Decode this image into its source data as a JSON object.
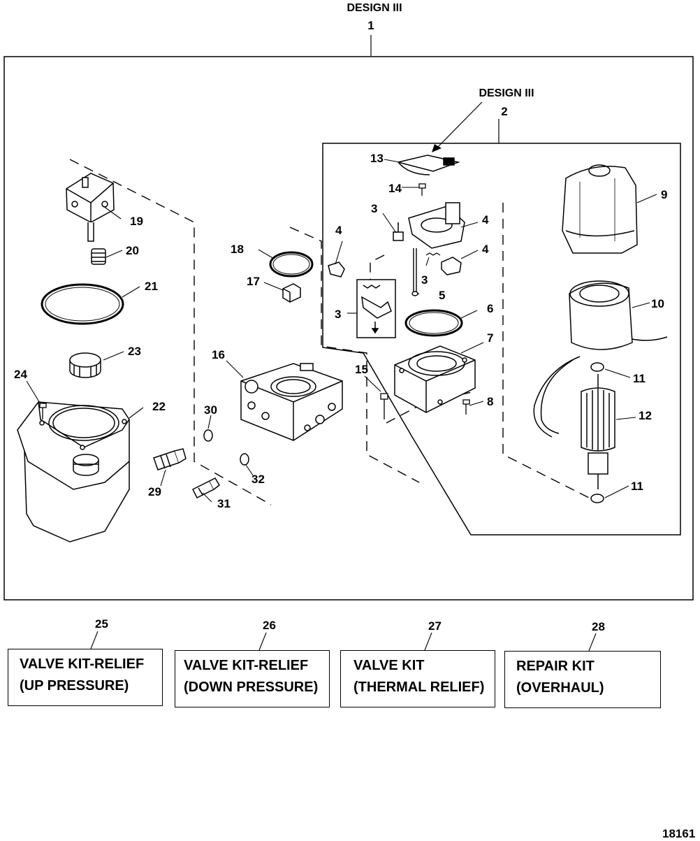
{
  "header": {
    "design_label": "DESIGN III",
    "assembly_number": "1"
  },
  "inner_assembly": {
    "design_label": "DESIGN III",
    "number": "2"
  },
  "callouts": [
    "3",
    "3",
    "3",
    "4",
    "4",
    "4",
    "5",
    "6",
    "7",
    "8",
    "9",
    "10",
    "11",
    "11",
    "12",
    "13",
    "14",
    "15",
    "16",
    "17",
    "18",
    "19",
    "20",
    "21",
    "22",
    "23",
    "24",
    "29",
    "30",
    "31",
    "32"
  ],
  "kits": [
    {
      "number": "25",
      "line1": "VALVE KIT-RELIEF",
      "line2": "(UP PRESSURE)"
    },
    {
      "number": "26",
      "line1": "VALVE KIT-RELIEF",
      "line2": "(DOWN PRESSURE)"
    },
    {
      "number": "27",
      "line1": "VALVE KIT",
      "line2": "(THERMAL RELIEF)"
    },
    {
      "number": "28",
      "line1": "REPAIR KIT",
      "line2": "(OVERHAUL)"
    }
  ],
  "figure_number": "18161"
}
